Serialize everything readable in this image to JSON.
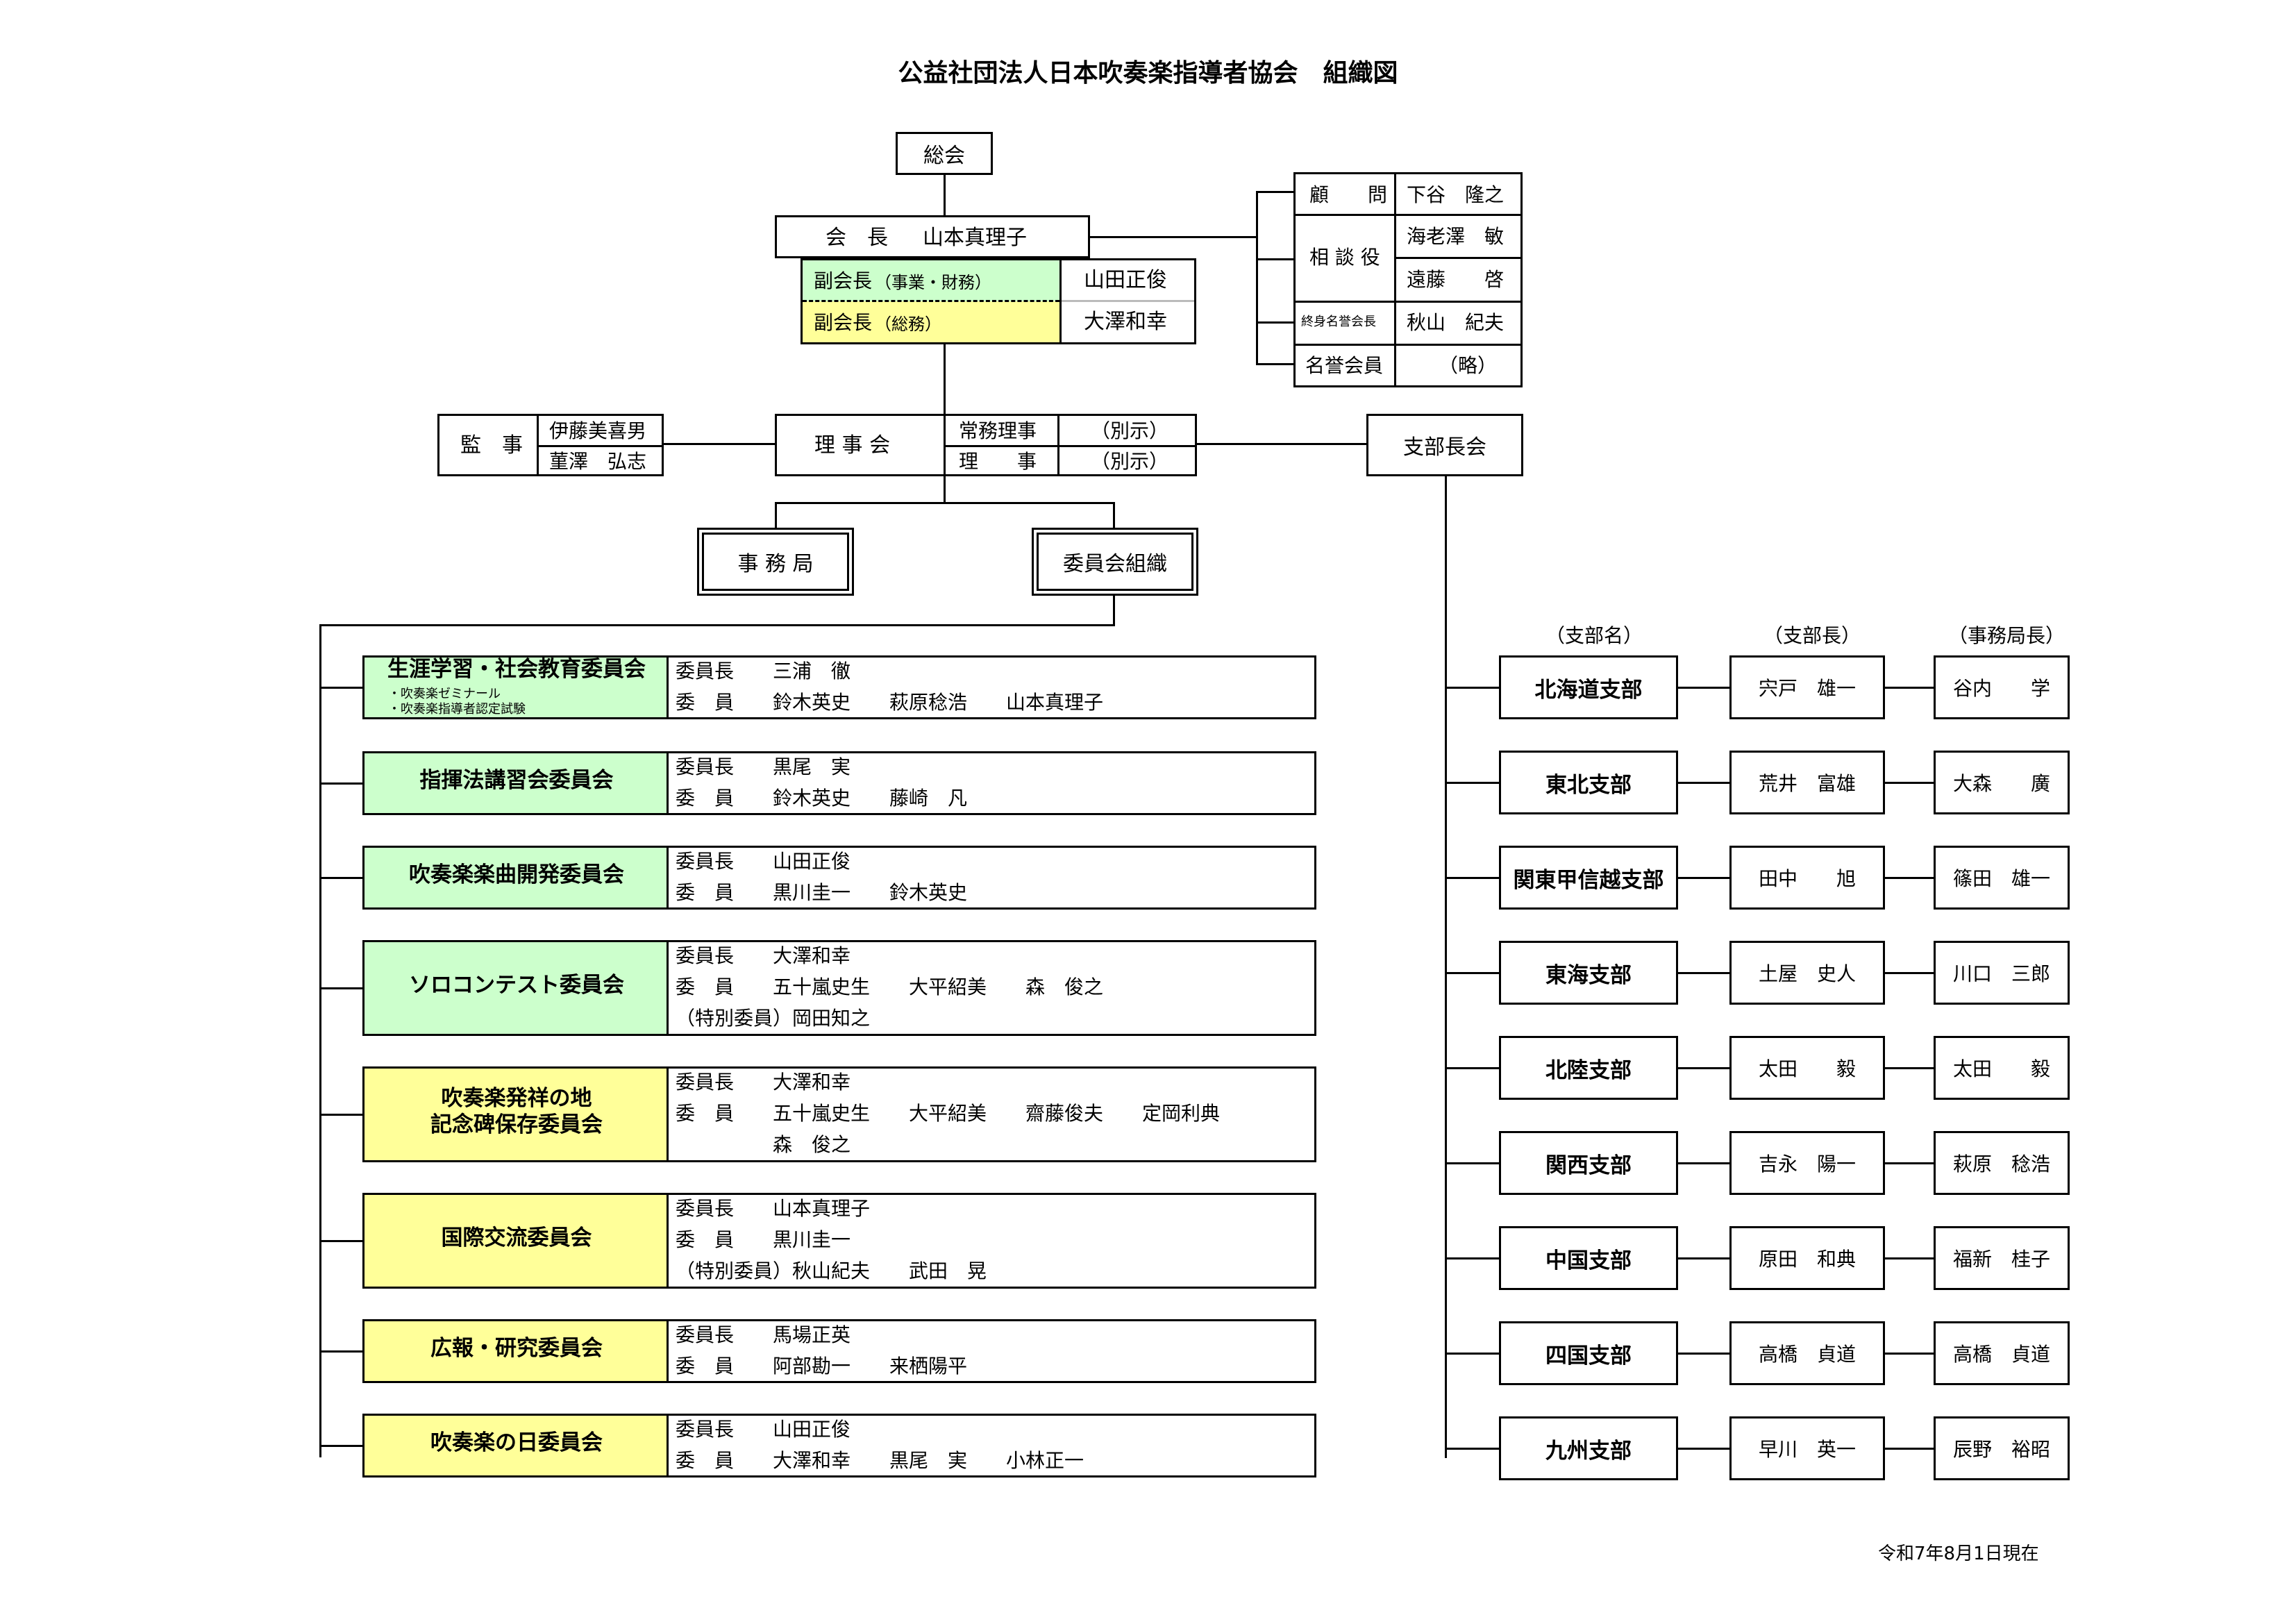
{
  "title": "公益社団法人日本吹奏楽指導者協会　組織図",
  "date": "令和7年8月1日現在",
  "general_meeting": "総会",
  "president": {
    "role": "会　長",
    "name": "山本真理子"
  },
  "vice_presidents": [
    {
      "role": "副会長",
      "note": "（事業・財務）",
      "name": "山田正俊"
    },
    {
      "role": "副会長",
      "note": "（総務）",
      "name": "大澤和幸"
    }
  ],
  "advisors": [
    {
      "role": "顧　　問",
      "names": [
        "下谷　隆之"
      ]
    },
    {
      "role": "相 談 役",
      "names": [
        "海老澤　敏",
        "遠藤　　啓"
      ]
    },
    {
      "role": "終身名誉会長",
      "names": [
        "秋山　紀夫"
      ]
    },
    {
      "role": "名誉会員",
      "names": [
        "（略）"
      ]
    }
  ],
  "auditors": {
    "label": "監　事",
    "names": [
      "伊藤美喜男",
      "菫澤　弘志"
    ]
  },
  "board": {
    "label": "理 事 会",
    "rows": [
      {
        "role": "常務理事",
        "value": "（別示）"
      },
      {
        "role": "理　　事",
        "value": "（別示）"
      }
    ]
  },
  "branch_council": "支部長会",
  "secretariat": "事 務 局",
  "committee_org": "委員会組織",
  "committees": [
    {
      "name_lines": [
        "生涯学習・社会教育委員会"
      ],
      "subs": [
        "・吹奏楽ゼミナール",
        "・吹奏楽指導者認定試験"
      ],
      "color": "#ccffcc",
      "rows": [
        "委員長　　三浦　徹",
        "委　員　　鈴木英史　　萩原稔浩　　山本真理子"
      ]
    },
    {
      "name_lines": [
        "指揮法講習会委員会"
      ],
      "subs": [],
      "color": "#ccffcc",
      "rows": [
        "委員長　　黒尾　実",
        "委　員　　鈴木英史　　藤崎　凡"
      ]
    },
    {
      "name_lines": [
        "吹奏楽楽曲開発委員会"
      ],
      "subs": [],
      "color": "#ccffcc",
      "rows": [
        "委員長　　山田正俊",
        "委　員　　黒川圭一　　鈴木英史"
      ]
    },
    {
      "name_lines": [
        "ソロコンテスト委員会"
      ],
      "subs": [],
      "color": "#ccffcc",
      "rows": [
        "委員長　　大澤和幸",
        "委　員　　五十嵐史生　　大平紹美　　森　俊之",
        "（特別委員）岡田知之"
      ]
    },
    {
      "name_lines": [
        "吹奏楽発祥の地",
        "記念碑保存委員会"
      ],
      "subs": [],
      "color": "#ffff99",
      "rows": [
        "委員長　　大澤和幸",
        "委　員　　五十嵐史生　　大平紹美　　齋藤俊夫　　定岡利典",
        "　　　　　森　俊之"
      ]
    },
    {
      "name_lines": [
        "国際交流委員会"
      ],
      "subs": [],
      "color": "#ffff99",
      "rows": [
        "委員長　　山本真理子",
        "委　員　　黒川圭一",
        "（特別委員）秋山紀夫　　武田　晃"
      ]
    },
    {
      "name_lines": [
        "広報・研究委員会"
      ],
      "subs": [],
      "color": "#ffff99",
      "rows": [
        "委員長　　馬場正英",
        "委　員　　阿部勘一　　来栖陽平"
      ]
    },
    {
      "name_lines": [
        "吹奏楽の日委員会"
      ],
      "subs": [],
      "color": "#ffff99",
      "rows": [
        "委員長　　山田正俊",
        "委　員　　大澤和幸　　黒尾　実　　小林正一"
      ]
    }
  ],
  "branch_headers": [
    "（支部名）",
    "（支部長）",
    "（事務局長）"
  ],
  "branches": [
    {
      "name": "北海道支部",
      "head": "宍戸　雄一",
      "secretary": "谷内　　学"
    },
    {
      "name": "東北支部",
      "head": "荒井　富雄",
      "secretary": "大森　　廣"
    },
    {
      "name": "関東甲信越支部",
      "head": "田中　　旭",
      "secretary": "篠田　雄一"
    },
    {
      "name": "東海支部",
      "head": "土屋　史人",
      "secretary": "川口　三郎"
    },
    {
      "name": "北陸支部",
      "head": "太田　　毅",
      "secretary": "太田　　毅"
    },
    {
      "name": "関西支部",
      "head": "吉永　陽一",
      "secretary": "萩原　稔浩"
    },
    {
      "name": "中国支部",
      "head": "原田　和典",
      "secretary": "福新　桂子"
    },
    {
      "name": "四国支部",
      "head": "高橋　貞道",
      "secretary": "高橋　貞道"
    },
    {
      "name": "九州支部",
      "head": "早川　英一",
      "secretary": "辰野　裕昭"
    }
  ]
}
